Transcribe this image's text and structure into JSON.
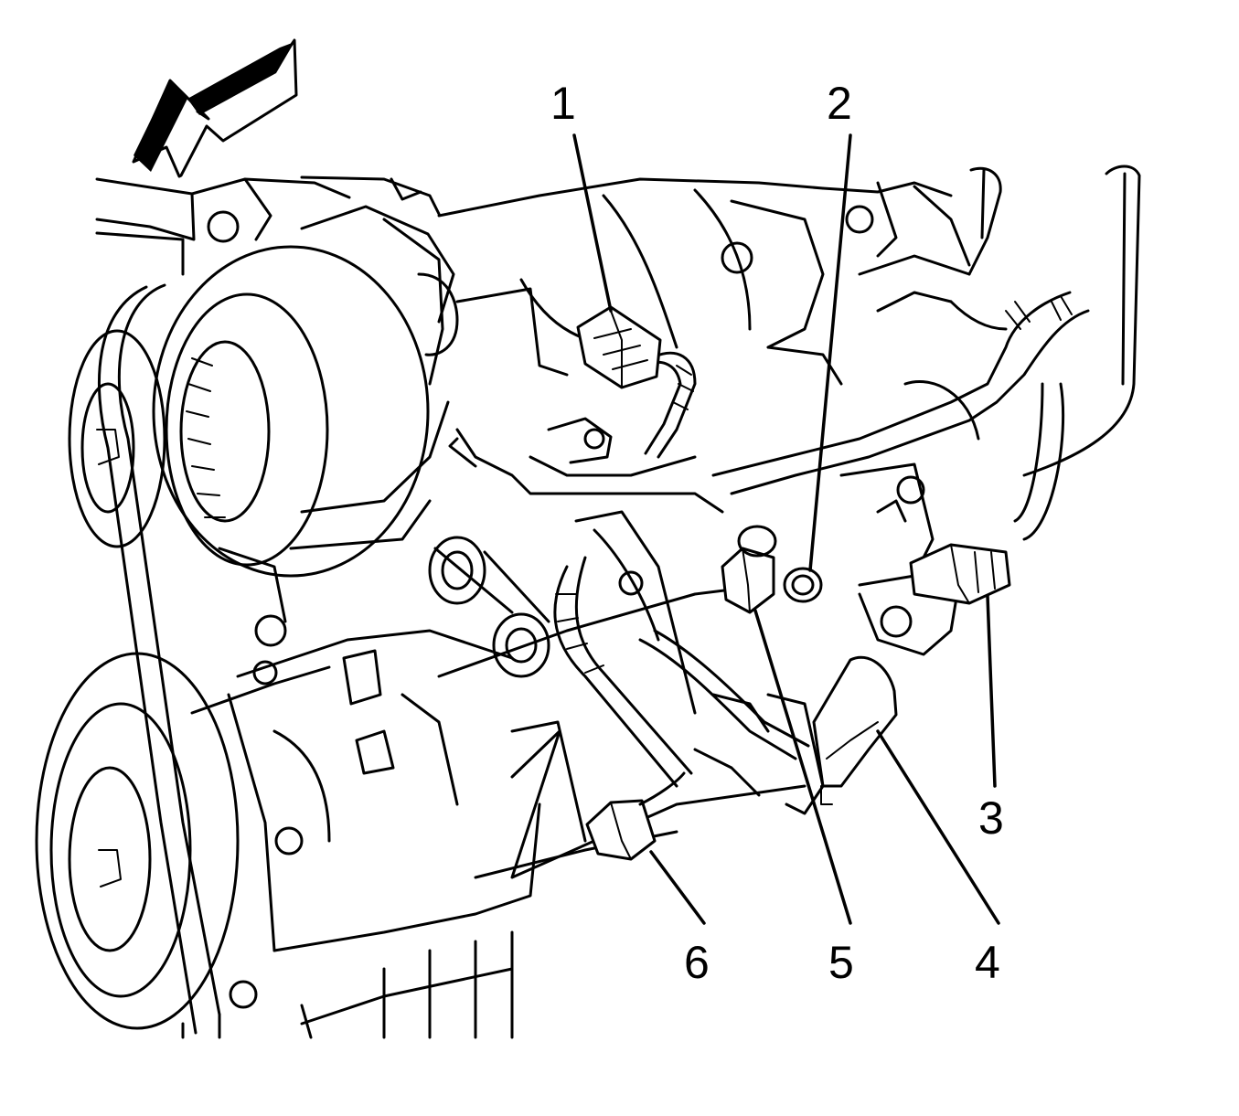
{
  "callouts": [
    {
      "id": "1",
      "label": "1"
    },
    {
      "id": "2",
      "label": "2"
    },
    {
      "id": "3",
      "label": "3"
    },
    {
      "id": "4",
      "label": "4"
    },
    {
      "id": "5",
      "label": "5"
    },
    {
      "id": "6",
      "label": "6"
    }
  ],
  "icons": {
    "direction_arrow": "forward-direction-arrow-icon"
  },
  "colors": {
    "line": "#000000",
    "background": "#ffffff"
  }
}
